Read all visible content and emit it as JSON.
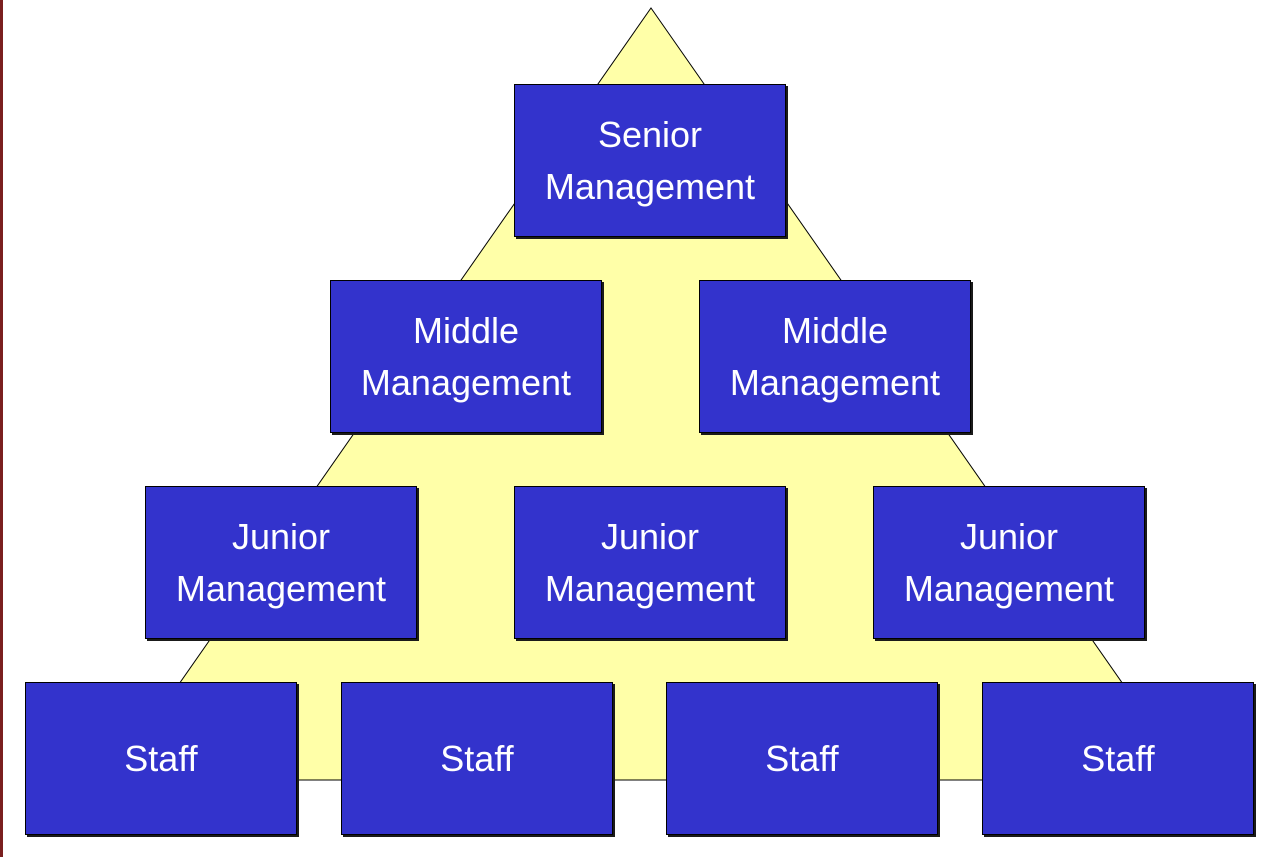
{
  "colors": {
    "box_fill": "#3333cc",
    "box_text": "#ffffff",
    "pyramid_fill": "#ffffa8",
    "left_edge": "#7a1f1f"
  },
  "hierarchy": {
    "senior": {
      "line1": "Senior",
      "line2": "Management"
    },
    "middle": [
      {
        "line1": "Middle",
        "line2": "Management"
      },
      {
        "line1": "Middle",
        "line2": "Management"
      }
    ],
    "junior": [
      {
        "line1": "Junior",
        "line2": "Management"
      },
      {
        "line1": "Junior",
        "line2": "Management"
      },
      {
        "line1": "Junior",
        "line2": "Management"
      }
    ],
    "staff": [
      {
        "label": "Staff"
      },
      {
        "label": "Staff"
      },
      {
        "label": "Staff"
      },
      {
        "label": "Staff"
      }
    ]
  }
}
